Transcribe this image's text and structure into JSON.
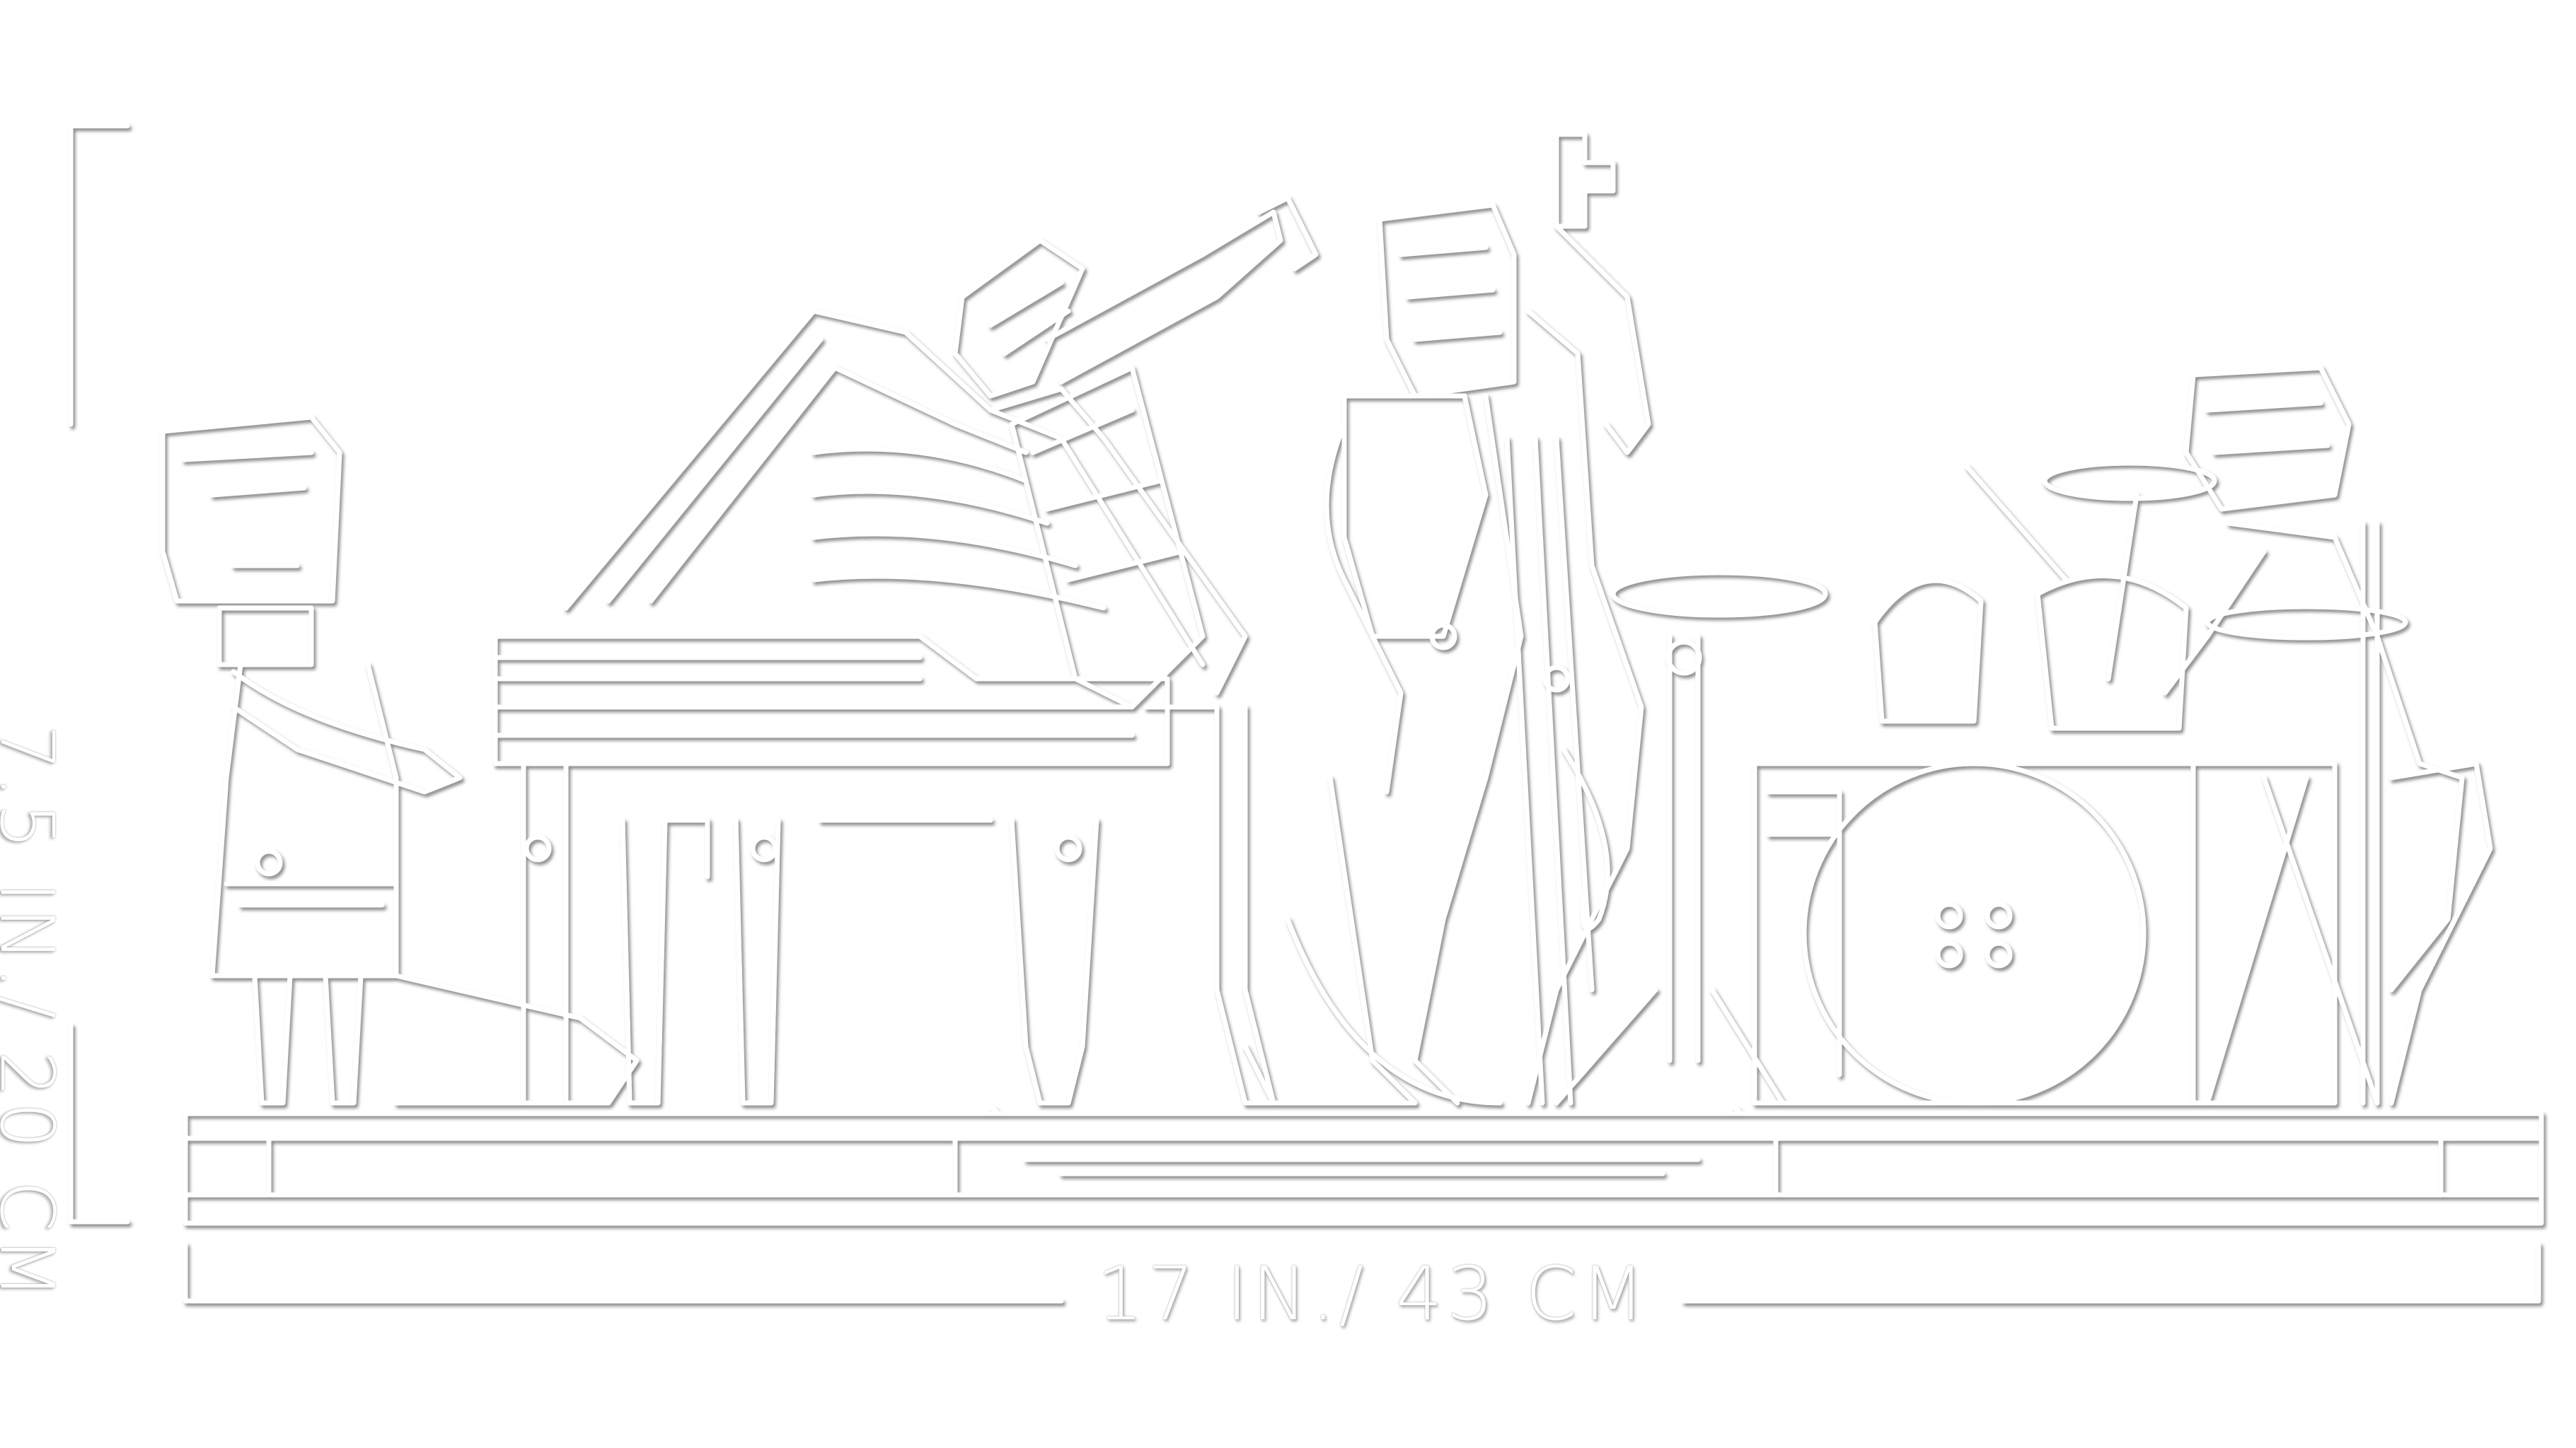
{
  "dimensions": {
    "height_label": "7.5 IN./ 20 CM",
    "width_label": "17 IN./ 43 CM"
  },
  "colors": {
    "background": "#ffffff",
    "line": "#ffffff",
    "shadow": "#8c8c8c"
  },
  "figures": [
    "pianist",
    "grand-piano",
    "trumpet-player",
    "double-bass-player",
    "double-bass",
    "drum-kit",
    "drummer",
    "stage-base"
  ]
}
